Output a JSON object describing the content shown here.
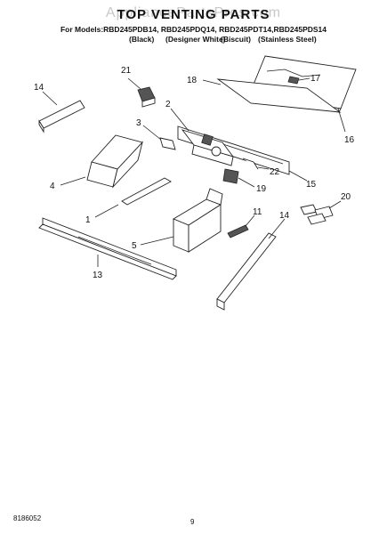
{
  "watermark": "AppliancePartsPros.com",
  "header": {
    "title": "TOP VENTING PARTS",
    "models": "For Models:RBD245PDB14, RBD245PDQ14, RBD245PDT14,RBD245PDS14",
    "finishes": [
      "(Black)",
      "(Designer White)",
      "(Biscuit)",
      "(Stainless Steel)"
    ]
  },
  "parts": [
    {
      "ref": "1"
    },
    {
      "ref": "2"
    },
    {
      "ref": "3"
    },
    {
      "ref": "4"
    },
    {
      "ref": "5"
    },
    {
      "ref": "11"
    },
    {
      "ref": "13"
    },
    {
      "ref": "14"
    },
    {
      "ref": "14"
    },
    {
      "ref": "15"
    },
    {
      "ref": "16"
    },
    {
      "ref": "17"
    },
    {
      "ref": "18"
    },
    {
      "ref": "19"
    },
    {
      "ref": "20"
    },
    {
      "ref": "21"
    },
    {
      "ref": "22"
    }
  ],
  "footer": {
    "code": "8186052",
    "page": "9"
  }
}
